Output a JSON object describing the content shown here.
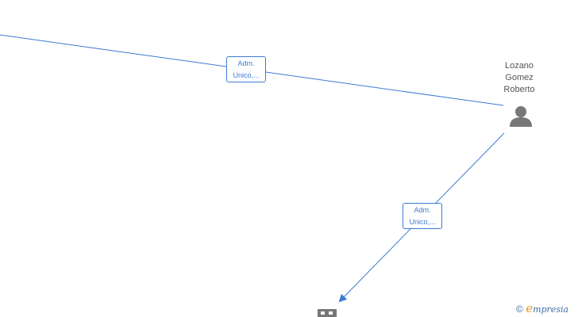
{
  "edges": [
    {
      "label_line1": "Adm.",
      "label_line2": "Unico,..."
    },
    {
      "label_line1": "Adm.",
      "label_line2": "Unico,..."
    }
  ],
  "person": {
    "name_line1": "Lozano",
    "name_line2": "Gomez",
    "name_line3": "Roberto",
    "icon": "person-icon"
  },
  "company": {
    "icon": "company-building-icon"
  },
  "footer": {
    "copyright_symbol": "©",
    "brand_initial": "e",
    "brand_rest": "mpresia"
  },
  "colors": {
    "edge": "#3a7bd5",
    "icon": "#777777",
    "label_text": "#3a7bd5"
  }
}
